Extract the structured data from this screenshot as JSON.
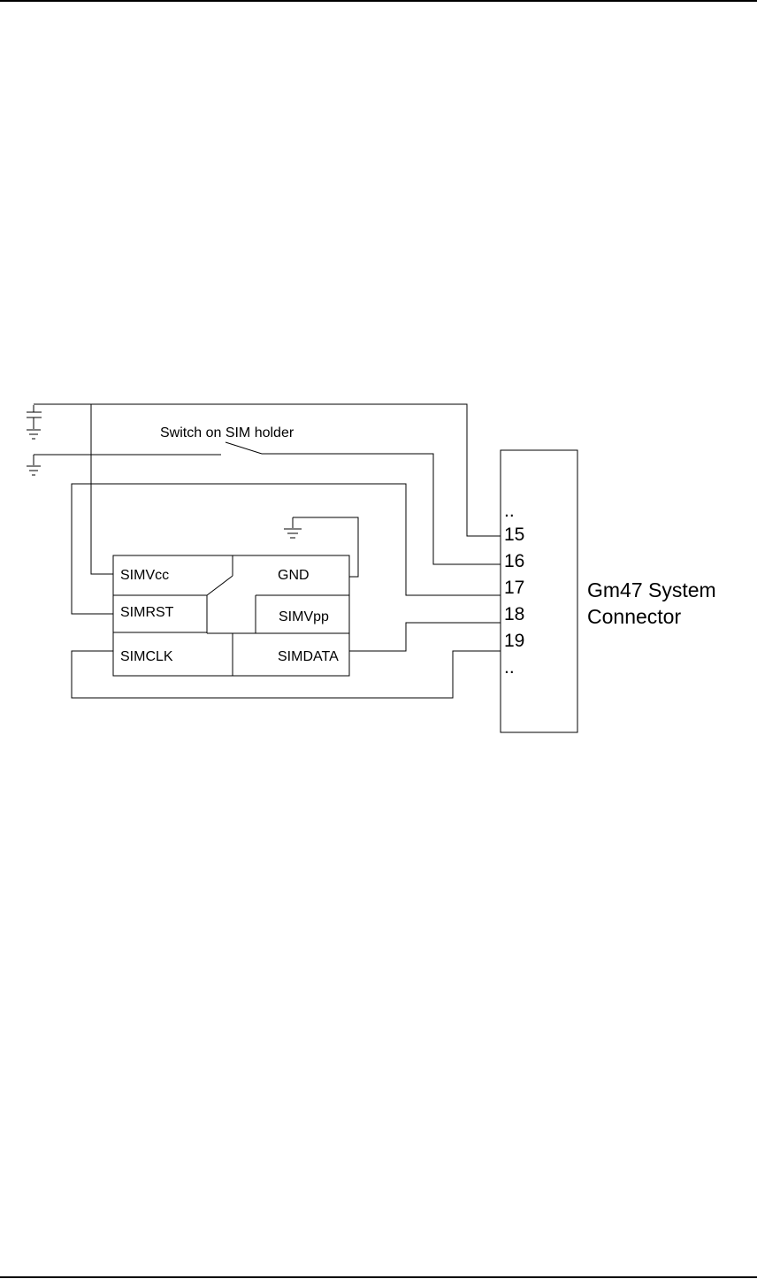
{
  "switch_label": "Switch on SIM holder",
  "sim_cells": {
    "vcc": "SIMVcc",
    "gnd": "GND",
    "rst": "SIMRST",
    "vpp": "SIMVpp",
    "clk": "SIMCLK",
    "data": "SIMDATA"
  },
  "connector": {
    "line1": "Gm47 System",
    "line2": "Connector",
    "pins": [
      "..",
      "15",
      "16",
      "17",
      "18",
      "19",
      ".."
    ]
  }
}
